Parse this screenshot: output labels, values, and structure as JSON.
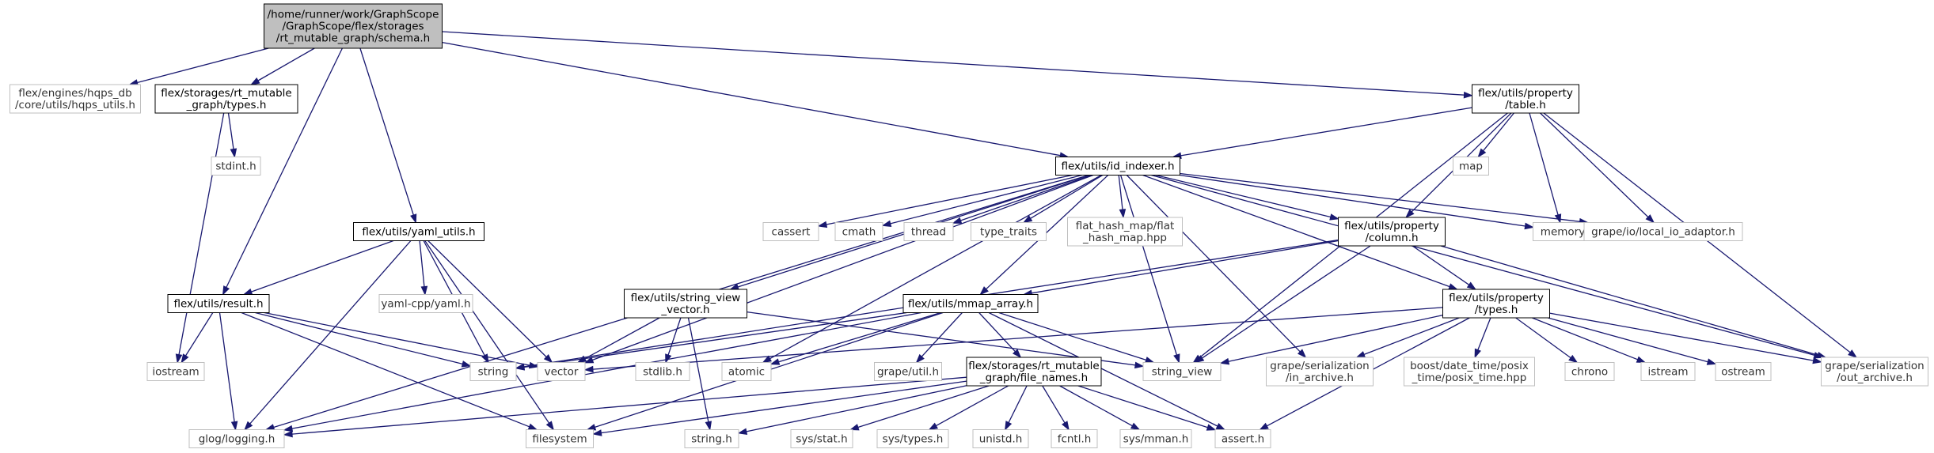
{
  "graph": {
    "nodes": [
      {
        "id": "schema",
        "kind": "root",
        "lines": [
          "/home/runner/work/GraphScope",
          "/GraphScope/flex/storages",
          "/rt_mutable_graph/schema.h"
        ]
      },
      {
        "id": "hqps_utils",
        "kind": "sys",
        "lines": [
          "flex/engines/hqps_db",
          "/core/utils/hqps_utils.h"
        ]
      },
      {
        "id": "rt_types",
        "kind": "doc",
        "lines": [
          "flex/storages/rt_mutable",
          "_graph/types.h"
        ]
      },
      {
        "id": "result",
        "kind": "doc",
        "lines": [
          "flex/utils/result.h"
        ]
      },
      {
        "id": "yaml_utils",
        "kind": "doc",
        "lines": [
          "flex/utils/yaml_utils.h"
        ]
      },
      {
        "id": "id_indexer",
        "kind": "doc",
        "lines": [
          "flex/utils/id_indexer.h"
        ]
      },
      {
        "id": "prop_table",
        "kind": "doc",
        "lines": [
          "flex/utils/property",
          "/table.h"
        ]
      },
      {
        "id": "stdint",
        "kind": "sys",
        "lines": [
          "stdint.h"
        ]
      },
      {
        "id": "iostream",
        "kind": "sys",
        "lines": [
          "iostream"
        ]
      },
      {
        "id": "glog",
        "kind": "sys",
        "lines": [
          "glog/logging.h"
        ]
      },
      {
        "id": "filesystem",
        "kind": "sys",
        "lines": [
          "filesystem"
        ]
      },
      {
        "id": "string",
        "kind": "sys",
        "lines": [
          "string"
        ]
      },
      {
        "id": "vector",
        "kind": "sys",
        "lines": [
          "vector"
        ]
      },
      {
        "id": "yamlcpp",
        "kind": "sys",
        "lines": [
          "yaml-cpp/yaml.h"
        ]
      },
      {
        "id": "sv_vector",
        "kind": "doc",
        "lines": [
          "flex/utils/string_view",
          "_vector.h"
        ]
      },
      {
        "id": "stdlib",
        "kind": "sys",
        "lines": [
          "stdlib.h"
        ]
      },
      {
        "id": "stringh",
        "kind": "sys",
        "lines": [
          "string.h"
        ]
      },
      {
        "id": "atomic",
        "kind": "sys",
        "lines": [
          "atomic"
        ]
      },
      {
        "id": "cassert",
        "kind": "sys",
        "lines": [
          "cassert"
        ]
      },
      {
        "id": "cmath",
        "kind": "sys",
        "lines": [
          "cmath"
        ]
      },
      {
        "id": "thread",
        "kind": "sys",
        "lines": [
          "thread"
        ]
      },
      {
        "id": "type_traits",
        "kind": "sys",
        "lines": [
          "type_traits"
        ]
      },
      {
        "id": "flat_hash_map",
        "kind": "sys",
        "lines": [
          "flat_hash_map/flat",
          "_hash_map.hpp"
        ]
      },
      {
        "id": "mmap_array",
        "kind": "doc",
        "lines": [
          "flex/utils/mmap_array.h"
        ]
      },
      {
        "id": "grape_util",
        "kind": "sys",
        "lines": [
          "grape/util.h"
        ]
      },
      {
        "id": "file_names",
        "kind": "doc",
        "lines": [
          "flex/storages/rt_mutable",
          "_graph/file_names.h"
        ]
      },
      {
        "id": "sys_stat",
        "kind": "sys",
        "lines": [
          "sys/stat.h"
        ]
      },
      {
        "id": "sys_types",
        "kind": "sys",
        "lines": [
          "sys/types.h"
        ]
      },
      {
        "id": "unistd",
        "kind": "sys",
        "lines": [
          "unistd.h"
        ]
      },
      {
        "id": "fcntl",
        "kind": "sys",
        "lines": [
          "fcntl.h"
        ]
      },
      {
        "id": "sys_mman",
        "kind": "sys",
        "lines": [
          "sys/mman.h"
        ]
      },
      {
        "id": "asserth",
        "kind": "sys",
        "lines": [
          "assert.h"
        ]
      },
      {
        "id": "string_view",
        "kind": "sys",
        "lines": [
          "string_view"
        ]
      },
      {
        "id": "prop_column",
        "kind": "doc",
        "lines": [
          "flex/utils/property",
          "/column.h"
        ]
      },
      {
        "id": "in_archive",
        "kind": "sys",
        "lines": [
          "grape/serialization",
          "/in_archive.h"
        ]
      },
      {
        "id": "prop_types",
        "kind": "doc",
        "lines": [
          "flex/utils/property",
          "/types.h"
        ]
      },
      {
        "id": "posix_time",
        "kind": "sys",
        "lines": [
          "boost/date_time/posix",
          "_time/posix_time.hpp"
        ]
      },
      {
        "id": "chrono",
        "kind": "sys",
        "lines": [
          "chrono"
        ]
      },
      {
        "id": "istream",
        "kind": "sys",
        "lines": [
          "istream"
        ]
      },
      {
        "id": "ostream",
        "kind": "sys",
        "lines": [
          "ostream"
        ]
      },
      {
        "id": "out_archive",
        "kind": "sys",
        "lines": [
          "grape/serialization",
          "/out_archive.h"
        ]
      },
      {
        "id": "map",
        "kind": "sys",
        "lines": [
          "map"
        ]
      },
      {
        "id": "memory",
        "kind": "sys",
        "lines": [
          "memory"
        ]
      },
      {
        "id": "local_io",
        "kind": "sys",
        "lines": [
          "grape/io/local_io_adaptor.h"
        ]
      }
    ],
    "edges": [
      [
        "schema",
        "hqps_utils"
      ],
      [
        "schema",
        "rt_types"
      ],
      [
        "schema",
        "result"
      ],
      [
        "schema",
        "yaml_utils"
      ],
      [
        "schema",
        "id_indexer"
      ],
      [
        "schema",
        "prop_table"
      ],
      [
        "rt_types",
        "stdint"
      ],
      [
        "rt_types",
        "iostream"
      ],
      [
        "result",
        "iostream"
      ],
      [
        "result",
        "glog"
      ],
      [
        "result",
        "filesystem"
      ],
      [
        "result",
        "string"
      ],
      [
        "result",
        "vector"
      ],
      [
        "yaml_utils",
        "result"
      ],
      [
        "yaml_utils",
        "glog"
      ],
      [
        "yaml_utils",
        "filesystem"
      ],
      [
        "yaml_utils",
        "string"
      ],
      [
        "yaml_utils",
        "vector"
      ],
      [
        "yaml_utils",
        "yamlcpp"
      ],
      [
        "id_indexer",
        "glog"
      ],
      [
        "id_indexer",
        "vector"
      ],
      [
        "id_indexer",
        "sv_vector"
      ],
      [
        "id_indexer",
        "atomic"
      ],
      [
        "id_indexer",
        "cassert"
      ],
      [
        "id_indexer",
        "cmath"
      ],
      [
        "id_indexer",
        "thread"
      ],
      [
        "id_indexer",
        "type_traits"
      ],
      [
        "id_indexer",
        "flat_hash_map"
      ],
      [
        "id_indexer",
        "mmap_array"
      ],
      [
        "id_indexer",
        "string_view"
      ],
      [
        "id_indexer",
        "prop_column"
      ],
      [
        "id_indexer",
        "in_archive"
      ],
      [
        "id_indexer",
        "prop_types"
      ],
      [
        "id_indexer",
        "memory"
      ],
      [
        "id_indexer",
        "local_io"
      ],
      [
        "id_indexer",
        "out_archive"
      ],
      [
        "prop_table",
        "id_indexer"
      ],
      [
        "prop_table",
        "map"
      ],
      [
        "prop_table",
        "memory"
      ],
      [
        "prop_table",
        "local_io"
      ],
      [
        "prop_table",
        "prop_column"
      ],
      [
        "prop_table",
        "string_view"
      ],
      [
        "prop_table",
        "out_archive"
      ],
      [
        "sv_vector",
        "vector"
      ],
      [
        "sv_vector",
        "stdlib"
      ],
      [
        "sv_vector",
        "stringh"
      ],
      [
        "sv_vector",
        "string_view"
      ],
      [
        "mmap_array",
        "glog"
      ],
      [
        "mmap_array",
        "filesystem"
      ],
      [
        "mmap_array",
        "string"
      ],
      [
        "mmap_array",
        "atomic"
      ],
      [
        "mmap_array",
        "grape_util"
      ],
      [
        "mmap_array",
        "file_names"
      ],
      [
        "mmap_array",
        "asserth"
      ],
      [
        "mmap_array",
        "string_view"
      ],
      [
        "file_names",
        "glog"
      ],
      [
        "file_names",
        "filesystem"
      ],
      [
        "file_names",
        "stringh"
      ],
      [
        "file_names",
        "sys_stat"
      ],
      [
        "file_names",
        "sys_types"
      ],
      [
        "file_names",
        "unistd"
      ],
      [
        "file_names",
        "fcntl"
      ],
      [
        "file_names",
        "sys_mman"
      ],
      [
        "file_names",
        "asserth"
      ],
      [
        "prop_column",
        "string"
      ],
      [
        "prop_column",
        "string_view"
      ],
      [
        "prop_column",
        "mmap_array"
      ],
      [
        "prop_column",
        "prop_types"
      ],
      [
        "prop_column",
        "out_archive"
      ],
      [
        "prop_types",
        "vector"
      ],
      [
        "prop_types",
        "string_view"
      ],
      [
        "prop_types",
        "in_archive"
      ],
      [
        "prop_types",
        "posix_time"
      ],
      [
        "prop_types",
        "chrono"
      ],
      [
        "prop_types",
        "istream"
      ],
      [
        "prop_types",
        "ostream"
      ],
      [
        "prop_types",
        "out_archive"
      ],
      [
        "prop_types",
        "asserth"
      ]
    ]
  }
}
